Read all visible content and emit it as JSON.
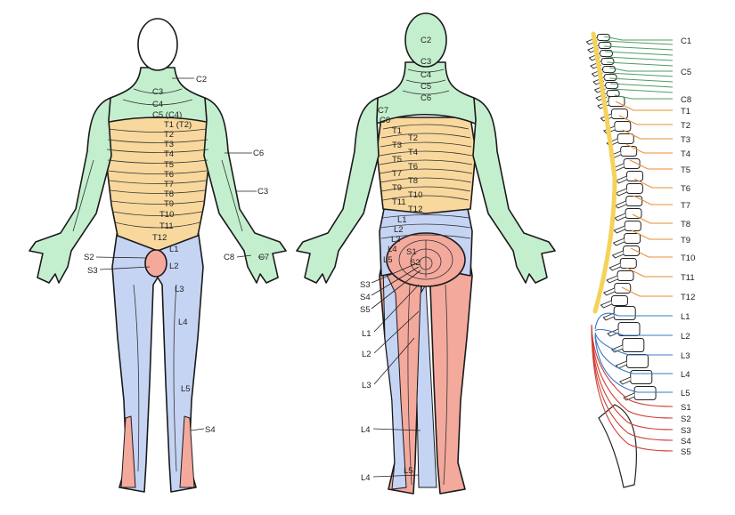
{
  "colors": {
    "cervical": "#c4efcf",
    "thoracic": "#f9d89d",
    "lumbar": "#c6d4f4",
    "sacral": "#f4a99d",
    "cervical_nerve": "#4f9c62",
    "thoracic_nerve": "#e88d35",
    "lumbar_nerve": "#3a78c6",
    "sacral_nerve": "#cf3e36",
    "spinal_cord": "#f5d35a"
  },
  "front_labels": [
    "C2",
    "C3",
    "C4",
    "C5 (C4)",
    "T1 (T2)",
    "T2",
    "T3",
    "T4",
    "T5",
    "T6",
    "T7",
    "T8",
    "T9",
    "T10",
    "T11",
    "T12",
    "L1",
    "S2",
    "S3",
    "L2",
    "L3",
    "L4",
    "L5",
    "S4",
    "C6",
    "C3",
    "C8",
    "C7"
  ],
  "back_labels": [
    "C2",
    "C3",
    "C4",
    "C5",
    "C6",
    "C7",
    "C8",
    "T1",
    "T2",
    "T3",
    "T4",
    "T5",
    "T6",
    "T7",
    "T8",
    "T9",
    "T10",
    "T11",
    "T12",
    "L1",
    "L2",
    "L3",
    "L4",
    "L5",
    "S1",
    "S2",
    "S3",
    "S4",
    "S5",
    "L1",
    "L2",
    "L3",
    "L4",
    "L5",
    "L4"
  ],
  "spine_labels": [
    "C1",
    "C5",
    "C8",
    "T1",
    "T2",
    "T3",
    "T4",
    "T5",
    "T6",
    "T7",
    "T8",
    "T9",
    "T10",
    "T11",
    "T12",
    "L1",
    "L2",
    "L3",
    "L4",
    "L5",
    "S1",
    "S2",
    "S3",
    "S4",
    "S5"
  ]
}
